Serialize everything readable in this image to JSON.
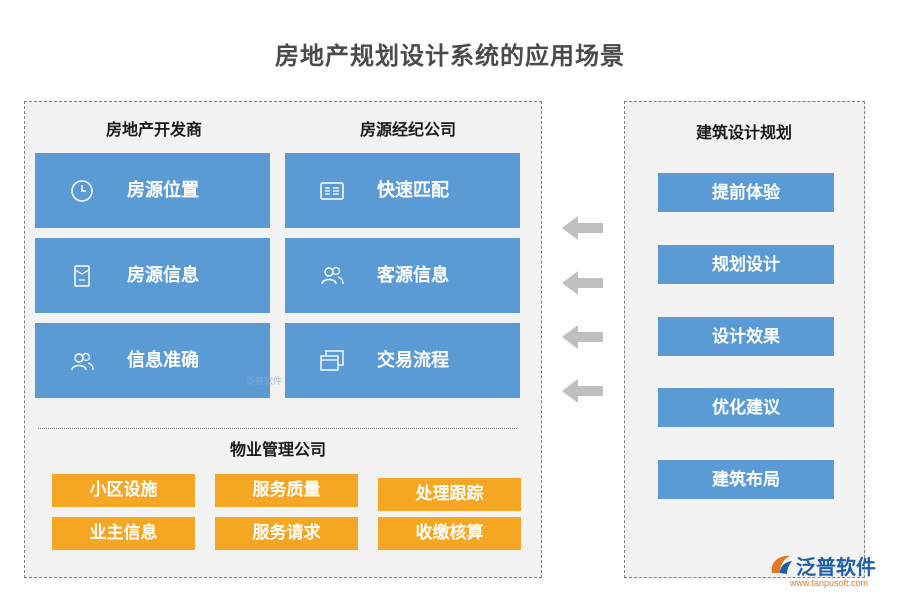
{
  "title": "房地产规划设计系统的应用场景",
  "left": {
    "developer_head": "房地产开发商",
    "broker_head": "房源经纪公司",
    "developer_tiles": [
      {
        "label": "房源位置",
        "icon": "clock-icon"
      },
      {
        "label": "房源信息",
        "icon": "document-icon"
      },
      {
        "label": "信息准确",
        "icon": "users-icon"
      }
    ],
    "broker_tiles": [
      {
        "label": "快速匹配",
        "icon": "id-card-icon"
      },
      {
        "label": "客源信息",
        "icon": "users-icon"
      },
      {
        "label": "交易流程",
        "icon": "windows-icon"
      }
    ],
    "property_head": "物业管理公司",
    "property_items": [
      "小区设施",
      "服务质量",
      "处理跟踪",
      "业主信息",
      "服务请求",
      "收缴核算"
    ]
  },
  "right": {
    "head": "建筑设计规划",
    "items": [
      "提前体验",
      "规划设计",
      "设计效果",
      "优化建议",
      "建筑布局"
    ]
  },
  "arrows": {
    "direction": "left",
    "count": 4,
    "color": "#bfbfbf"
  },
  "brand": {
    "name": "泛普软件",
    "url": "www.fanpusoft.com",
    "watermark": "泛普软件"
  },
  "colors": {
    "blue": "#5b9bd5",
    "orange": "#f5a623",
    "panel": "#f2f2f2"
  }
}
